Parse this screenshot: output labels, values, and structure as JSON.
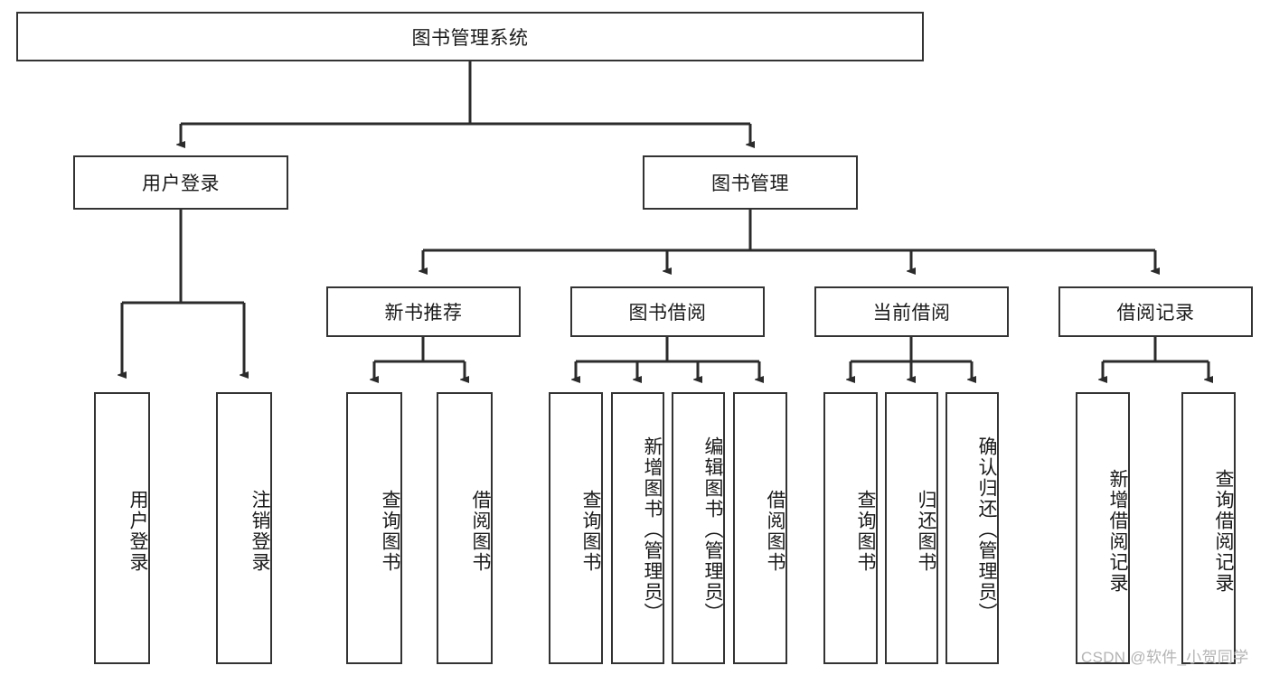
{
  "diagram": {
    "title": "图书管理系统",
    "type": "tree-hierarchy",
    "root": {
      "label": "图书管理系统",
      "children": [
        {
          "label": "用户登录",
          "children": [
            {
              "label": "用户登录"
            },
            {
              "label": "注销登录"
            }
          ]
        },
        {
          "label": "图书管理",
          "children": [
            {
              "label": "新书推荐",
              "children": [
                {
                  "label": "查询图书"
                },
                {
                  "label": "借阅图书"
                }
              ]
            },
            {
              "label": "图书借阅",
              "children": [
                {
                  "label": "查询图书"
                },
                {
                  "label": "新增图书（管理员）"
                },
                {
                  "label": "编辑图书（管理员）"
                },
                {
                  "label": "借阅图书"
                }
              ]
            },
            {
              "label": "当前借阅",
              "children": [
                {
                  "label": "查询图书"
                },
                {
                  "label": "归还图书"
                },
                {
                  "label": "确认归还（管理员）"
                }
              ]
            },
            {
              "label": "借阅记录",
              "children": [
                {
                  "label": "新增借阅记录"
                },
                {
                  "label": "查询借阅记录"
                }
              ]
            }
          ]
        }
      ]
    }
  },
  "nodes": {
    "root_title": "图书管理系统",
    "l1_user_login": "用户登录",
    "l1_book_manage": "图书管理",
    "l2_new_book_rec": "新书推荐",
    "l2_book_borrow": "图书借阅",
    "l2_current_borrow": "当前借阅",
    "l2_borrow_record": "借阅记录",
    "l3_user_login": "用户登录",
    "l3_logout": "注销登录",
    "l3_nbr_query": "查询图书",
    "l3_nbr_borrow": "借阅图书",
    "l3_bb_query": "查询图书",
    "l3_bb_add": "新增图书（管理员）",
    "l3_bb_edit": "编辑图书（管理员）",
    "l3_bb_borrow": "借阅图书",
    "l3_cb_query": "查询图书",
    "l3_cb_return": "归还图书",
    "l3_cb_confirm": "确认归还（管理员）",
    "l3_br_add": "新增借阅记录",
    "l3_br_query": "查询借阅记录"
  },
  "watermark": {
    "text": "CSDN @软件_小贺同学"
  },
  "colors": {
    "background": "#ffffff",
    "node_border": "#333333",
    "node_fill": "#ffffff",
    "connector": "#2b2b2b",
    "text": "#1a1a1a",
    "watermark": "#b4b4b4"
  }
}
